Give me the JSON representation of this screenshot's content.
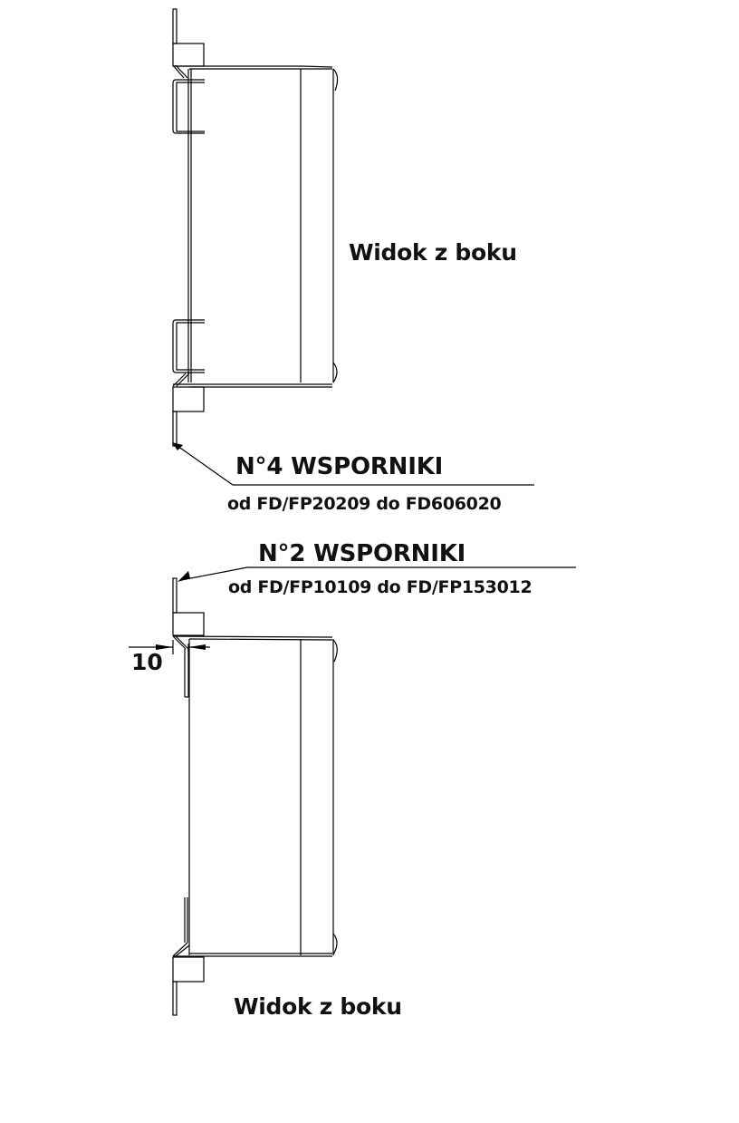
{
  "top_view": {
    "caption": "Widok z boku",
    "callout_title": "N°4 WSPORNIKI",
    "callout_range": "od FD/FP20209 do FD606020"
  },
  "bottom_view": {
    "callout_title": "N°2 WSPORNIKI",
    "callout_range": "od FD/FP10109 do FD/FP153012",
    "dimension_value": "10",
    "caption": "Widok z boku"
  }
}
